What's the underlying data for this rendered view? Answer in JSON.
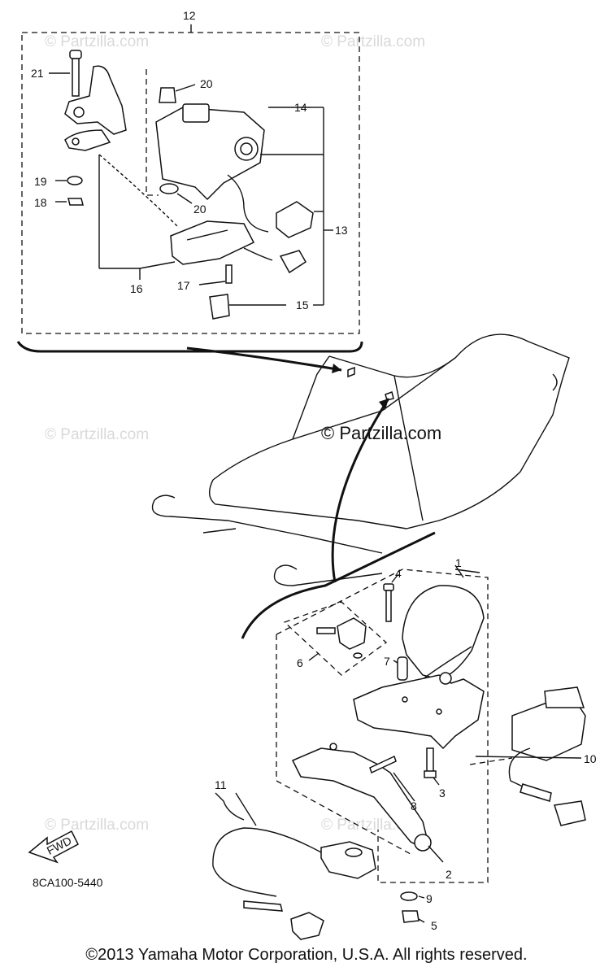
{
  "watermarks": {
    "main": "© Partzilla.com",
    "faint": "© Partzilla.com"
  },
  "callouts": [
    "1",
    "2",
    "3",
    "4",
    "5",
    "6",
    "7",
    "8",
    "9",
    "10",
    "11",
    "12",
    "13",
    "14",
    "15",
    "16",
    "17",
    "18",
    "19",
    "20",
    "21"
  ],
  "fwd_label": "FWD",
  "diagram_code": "8CA100-5440",
  "copyright": "©2013  Yamaha Motor Corporation, U.S.A. All rights reserved."
}
